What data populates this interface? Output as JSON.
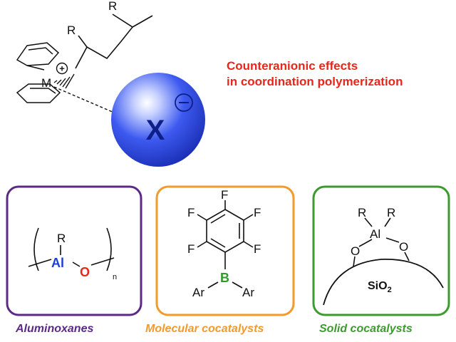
{
  "headline": {
    "line1": "Counteranionic effects",
    "line2": "in coordination polymerization"
  },
  "metallocene": {
    "metal": "M",
    "cation_charge": "+",
    "chain_substituent_1": "R",
    "chain_substituent_2": "R"
  },
  "anion": {
    "label": "X",
    "charge": "−"
  },
  "panels": [
    {
      "caption": "Aluminoxanes",
      "color": "#5b2a86",
      "substituent": "R",
      "metal": "Al",
      "oxygen": "O",
      "repeat_subscript": "n"
    },
    {
      "caption": "Molecular cocatalysts",
      "color": "#f39a2b",
      "ring_substituent": "F",
      "boron": "B",
      "aryl_left": "Ar",
      "aryl_right": "Ar"
    },
    {
      "caption": "Solid cocatalysts",
      "color": "#3d9a2e",
      "substituent_1": "R",
      "substituent_2": "R",
      "metal": "Al",
      "oxygen_1": "O",
      "oxygen_2": "O",
      "support": "SiO",
      "support_subscript": "2"
    }
  ],
  "colors": {
    "headline": "#e8261a",
    "aluminum": "#1a3fd6",
    "oxygen": "#e8261a",
    "boron": "#2f9a2a",
    "sphere": "#2a49e0"
  }
}
